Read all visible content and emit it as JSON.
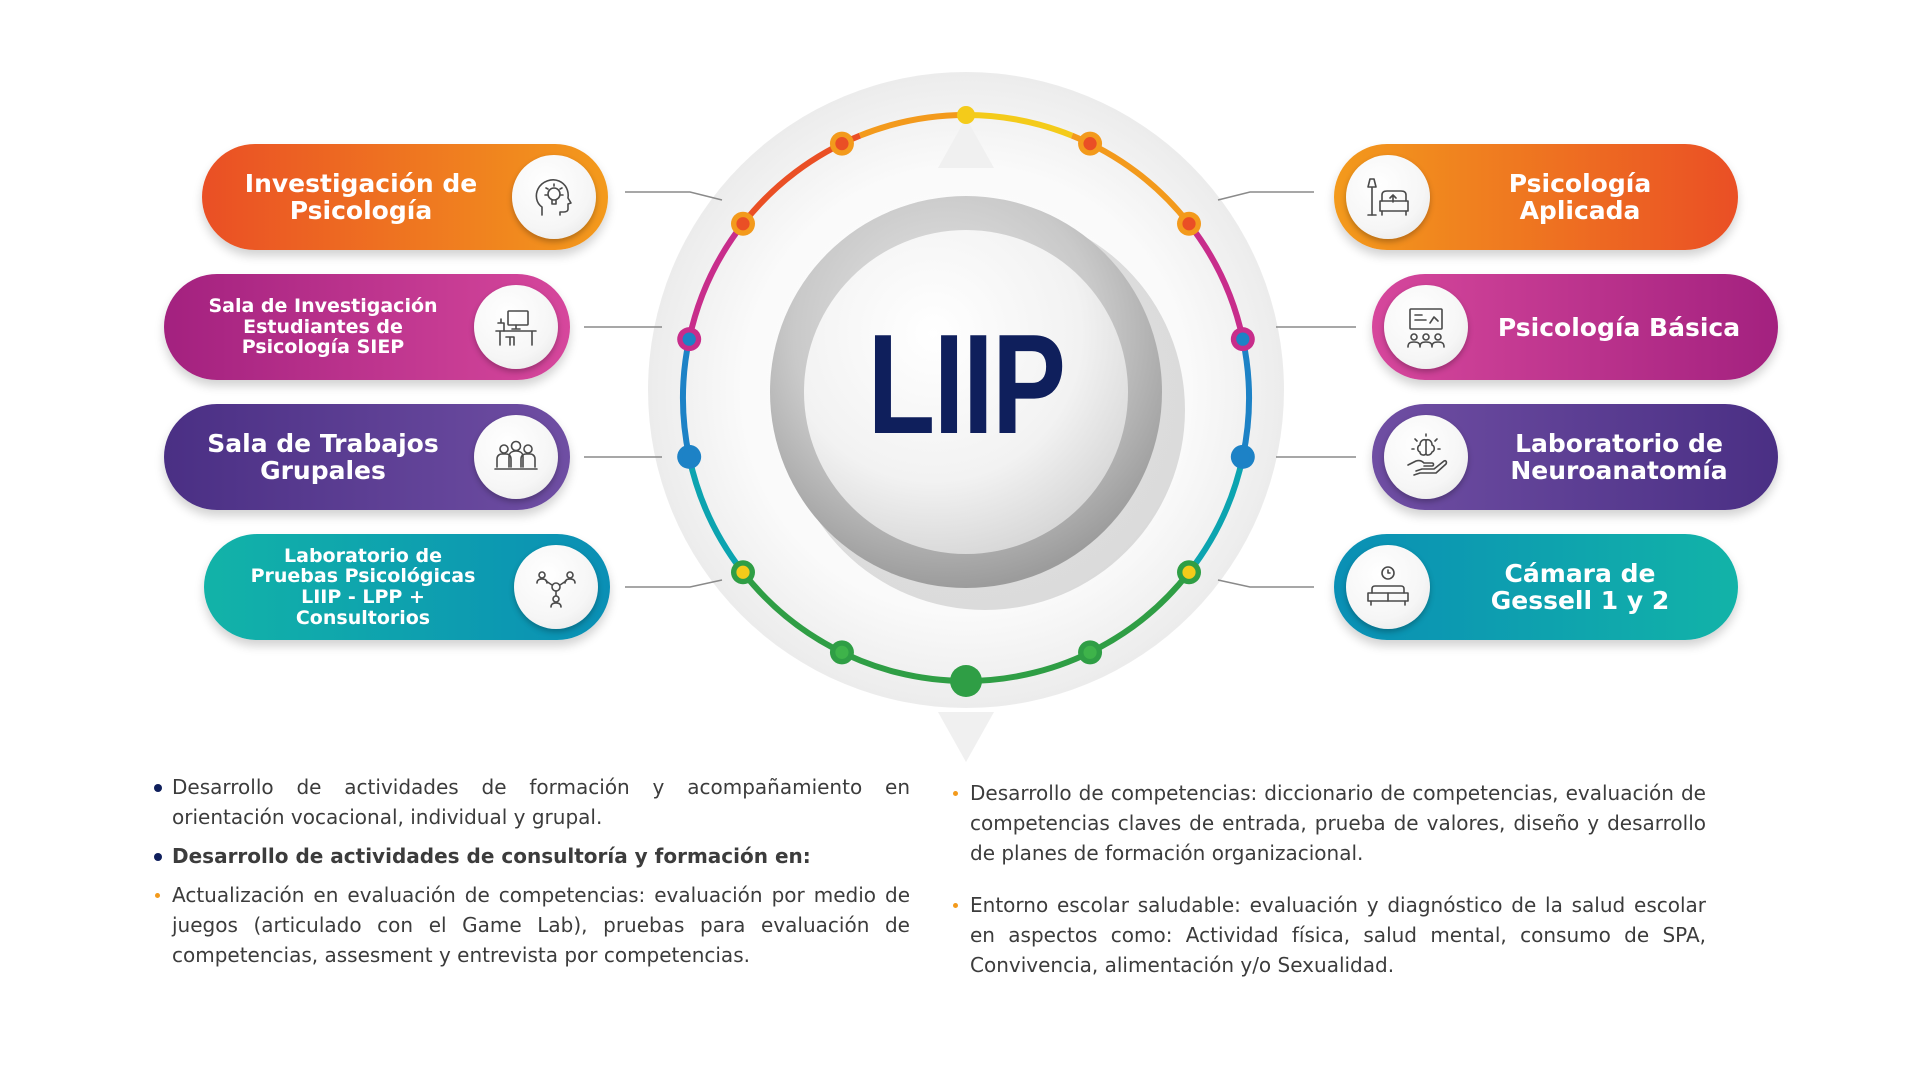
{
  "center": {
    "title": "LIIP"
  },
  "colors": {
    "navy": "#0f1f5c",
    "orange": "#f39a1c",
    "red_orange": "#ea4f25",
    "magenta": "#c82d8b",
    "purple": "#5b3c93",
    "teal": "#0ca4b0",
    "green": "#2f9e45",
    "yellow": "#f4cb1a",
    "blue": "#1d82c6"
  },
  "left_items": [
    {
      "label": "Investigación de Psicología",
      "icon": "head-bulb-icon"
    },
    {
      "label": "Sala de Investigación Estudiantes de Psicología SIEP",
      "icon": "desk-computer-icon"
    },
    {
      "label": "Sala de Trabajos Grupales",
      "icon": "group-people-icon"
    },
    {
      "label": "Laboratorio de Pruebas Psicológicas LIIP - LPP + Consultorios",
      "icon": "network-people-icon"
    }
  ],
  "right_items": [
    {
      "label": "Psicología Aplicada",
      "icon": "lamp-armchair-icon"
    },
    {
      "label": "Psicología Básica",
      "icon": "presentation-board-icon"
    },
    {
      "label": "Laboratorio de Neuroanatomía",
      "icon": "hand-brain-icon"
    },
    {
      "label": "Cámara de Gessell 1 y 2",
      "icon": "clock-sofa-icon"
    }
  ],
  "left_text": [
    {
      "text": "Desarrollo de actividades de formación y acompañamiento en orientación vocacional, individual y grupal.",
      "bullet": "navy-dot",
      "bold": false
    },
    {
      "text": "Desarrollo de actividades de consultoría y formación en:",
      "bullet": "navy-dot",
      "bold": true
    },
    {
      "text": "Actualización en evaluación de competencias: evaluación por medio de juegos (articulado con el Game Lab), pruebas para evaluación de competencias, assesment y entrevista por competencias.",
      "bullet": "orange-dot",
      "bold": false
    }
  ],
  "right_text": [
    {
      "text": "Desarrollo de competencias: diccionario de competencias, evaluación de competencias claves de entrada, prueba de valores, diseño y desarrollo de planes de formación organizacional.",
      "bullet": "orange-dot",
      "bold": false
    },
    {
      "text": "Entorno escolar saludable: evaluación y diagnóstico de la salud escolar en aspectos como: Actividad física, salud mental, consumo de SPA, Convivencia, alimentación y/o Sexualidad.",
      "bullet": "orange-dot",
      "bold": false
    }
  ]
}
